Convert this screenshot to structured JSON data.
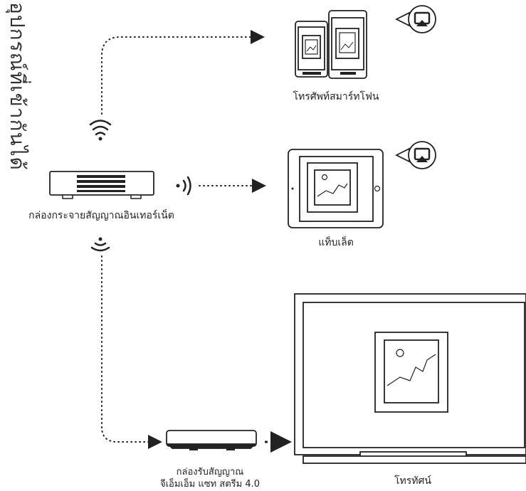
{
  "vertical_title": "อุปกรณ์ที่เข้ากันได้",
  "labels": {
    "smartphone": "โทรศัพท์สมาร์ทโฟน",
    "router": "กล่องกระจายสัญญาณอินเทอร์เน็ต",
    "tablet": "แท็บเล็ต",
    "settop_line1": "กล่องรับสัญญาณ",
    "settop_line2": "จีเอ็มเอ็ม แซท สตรีม 4.0",
    "tv": "โทรทัศน์"
  },
  "colors": {
    "stroke": "#222222",
    "text": "#222222"
  },
  "icons": [
    "airplay-icon",
    "wifi-icon",
    "wireless-signal-icon",
    "picture-icon"
  ]
}
